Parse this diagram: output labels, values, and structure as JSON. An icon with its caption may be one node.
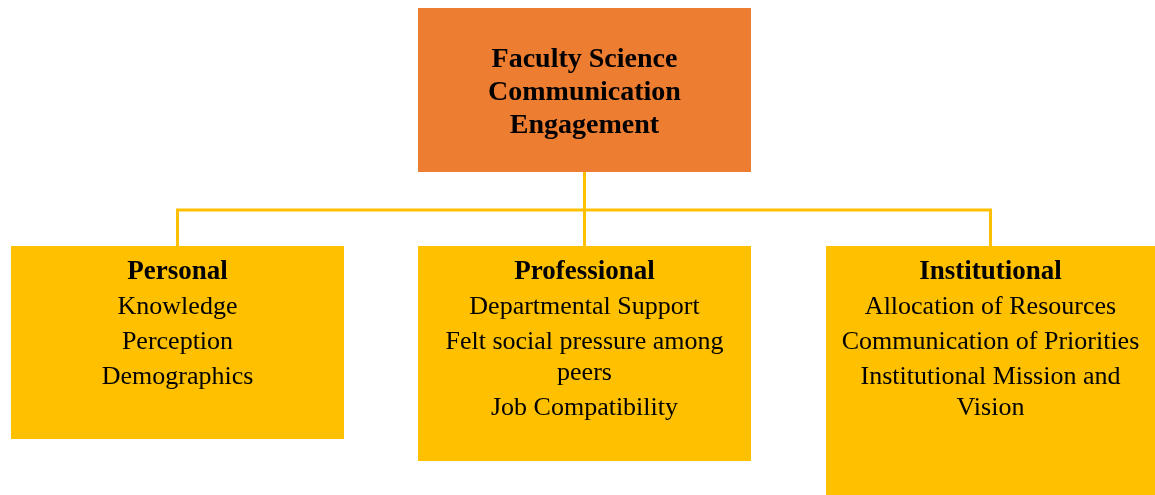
{
  "diagram": {
    "nodes": [
      {
        "text": [
          "Faculty Science Communication Engagement"
        ]
      },
      {
        "text": [
          "Personal",
          "Knowledge",
          "Perception",
          "Demographics"
        ]
      },
      {
        "text": [
          "Professional",
          "Departmental Support",
          "Felt social pressure among peers",
          "Job Compatibility"
        ]
      },
      {
        "text": [
          "Institutional",
          "Allocation of Resources",
          "Communication of Priorities",
          "Institutional Mission and Vision"
        ]
      }
    ],
    "edges": [
      {
        "from": 0,
        "to": 1,
        "arrow": "none"
      },
      {
        "from": 0,
        "to": 2,
        "arrow": "none"
      },
      {
        "from": 0,
        "to": 3,
        "arrow": "none"
      }
    ]
  }
}
